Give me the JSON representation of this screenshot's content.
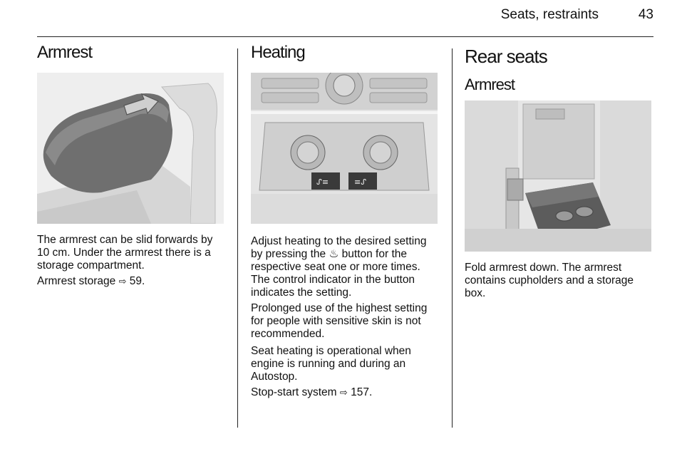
{
  "header": {
    "title": "Seats, restraints",
    "page": "43"
  },
  "col1": {
    "heading": "Armrest",
    "para1": "The armrest can be slid forwards by 10 cm. Under the armrest there is a storage compartment.",
    "para2_text": "Armrest storage ",
    "para2_ref": "59."
  },
  "col2": {
    "heading": "Heating",
    "para1_a": "Adjust heating to the desired setting by pressing the ",
    "para1_b": " button for the respective seat one or more times. The control indicator in the button indicates the setting.",
    "para2": "Prolonged use of the highest setting for people with sensitive skin is not recommended.",
    "para3": "Seat heating is operational when engine is running and during an Autostop.",
    "para4_text": "Stop-start system ",
    "para4_ref": "157."
  },
  "col3": {
    "heading": "Rear seats",
    "subheading": "Armrest",
    "para1": "Fold armrest down. The armrest contains cupholders and a storage box."
  },
  "icons": {
    "xref": "xref-arrow-icon",
    "seat_heat": "seat-heating-icon"
  }
}
